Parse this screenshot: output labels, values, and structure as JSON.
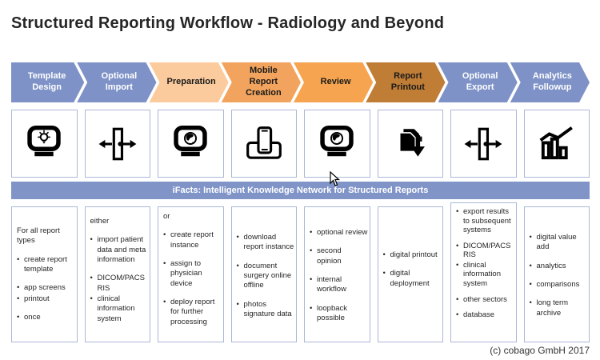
{
  "title": "Structured Reporting Workflow - Radiology and Beyond",
  "banner": {
    "label": "iFacts: Intelligent Knowledge Network for Structured Reports",
    "bg": "#8094C8",
    "fg": "#FFFFFF"
  },
  "footer": {
    "copyright": "(c) cobago GmbH 2017"
  },
  "cursor_icon": "arrow-cursor",
  "colors": {
    "box_border": "#A9B8D6",
    "title_text": "#262626",
    "icon_black": "#000000"
  },
  "stages": [
    {
      "label": "Template Design",
      "bg": "#7E92C7",
      "fg": "#FFFFFF",
      "icon": "monitor-idea-icon",
      "details": {
        "heading": "For all report types",
        "groups": [
          [
            "create report template"
          ],
          [
            "app screens",
            "printout"
          ],
          [
            "once"
          ]
        ]
      }
    },
    {
      "label": "Optional Import",
      "bg": "#7E92C7",
      "fg": "#FFFFFF",
      "icon": "import-export-icon",
      "details": {
        "heading": "either",
        "groups": [
          [
            "import patient data and meta information"
          ],
          [
            "DICOM/PACS RIS",
            "clinical information system"
          ]
        ]
      }
    },
    {
      "label": "Preparation",
      "bg": "#FBCB9D",
      "fg": "#1A1A1A",
      "icon": "monitor-globe-icon",
      "details": {
        "heading": "or",
        "groups": [
          [
            "create report instance"
          ],
          [
            "assign to physician device"
          ],
          [
            "deploy report for further processing"
          ]
        ]
      }
    },
    {
      "label": "Mobile Report Creation",
      "bg": "#F2A45E",
      "fg": "#1A1A1A",
      "icon": "mobile-devices-icon",
      "details": {
        "heading": "",
        "groups": [
          [
            "download report instance"
          ],
          [
            "document surgery online offline"
          ],
          [
            "photos signature data"
          ]
        ]
      }
    },
    {
      "label": "Review",
      "bg": "#F6A44F",
      "fg": "#1A1A1A",
      "icon": "monitor-globe-icon",
      "details": {
        "heading": "",
        "groups": [
          [
            "optional review"
          ],
          [
            "second opinion"
          ],
          [
            "internal workflow"
          ],
          [
            "loopback possible"
          ]
        ]
      }
    },
    {
      "label": "Report Printout",
      "bg": "#C07D35",
      "fg": "#1A1A1A",
      "icon": "documents-download-icon",
      "details": {
        "heading": "",
        "groups": [
          [
            "digital printout"
          ],
          [
            "digital deployment"
          ]
        ]
      }
    },
    {
      "label": "Optional Export",
      "bg": "#7E92C7",
      "fg": "#FFFFFF",
      "icon": "import-export-icon",
      "details": {
        "heading": "",
        "groups": [
          [
            "export results to subsequent systems"
          ],
          [
            "DICOM/PACS RIS",
            "clinical information system"
          ],
          [
            "other sectors"
          ],
          [
            "database"
          ]
        ]
      }
    },
    {
      "label": "Analytics Followup",
      "bg": "#7E92C7",
      "fg": "#FFFFFF",
      "icon": "bar-chart-icon",
      "details": {
        "heading": "",
        "groups": [
          [
            "digital value add"
          ],
          [
            "analytics"
          ],
          [
            "comparisons"
          ],
          [
            "long term archive"
          ]
        ]
      }
    }
  ]
}
